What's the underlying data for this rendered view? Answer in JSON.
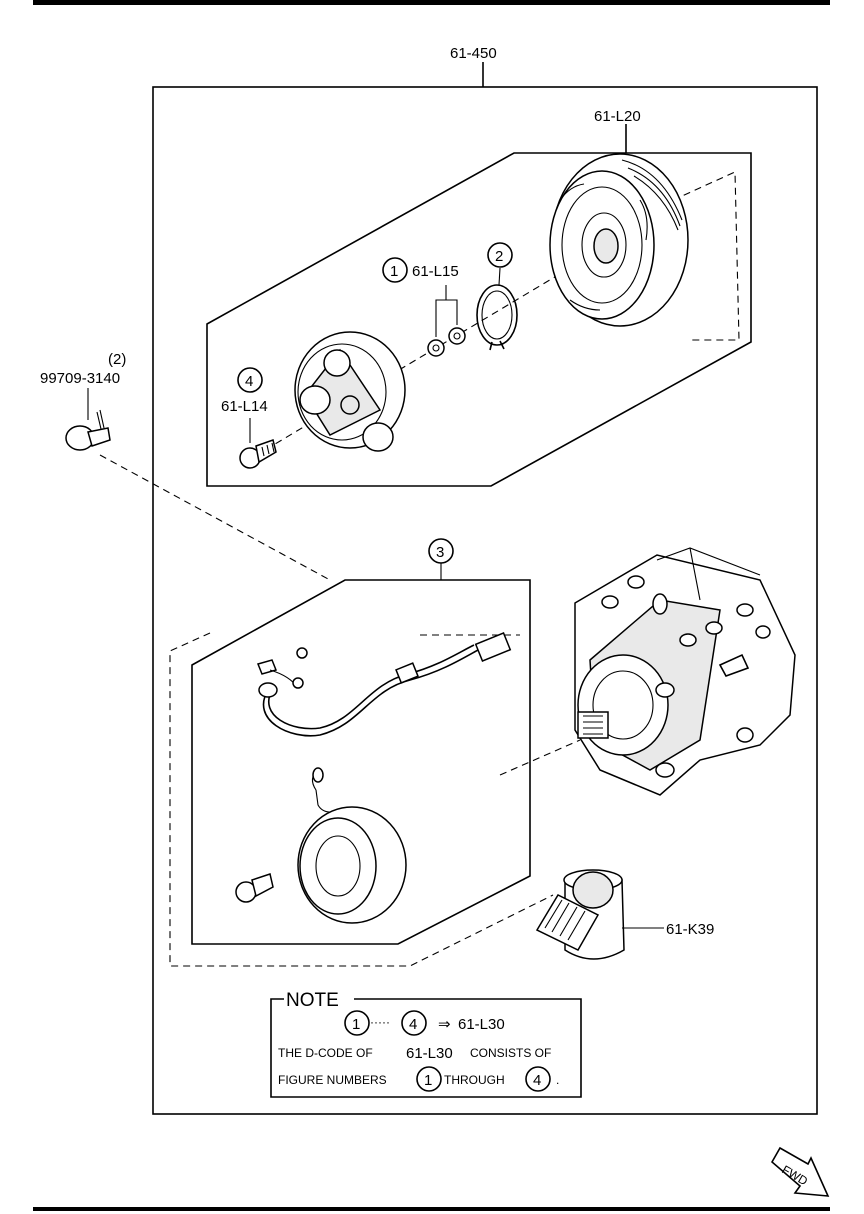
{
  "labels": {
    "assembly": "61-450",
    "pulley": "61-L20",
    "shim": "61-L15",
    "bolt": "61-L14",
    "clamp_qty": "(2)",
    "clamp": "99709-3140",
    "valve": "61-K39"
  },
  "callouts": {
    "c1": "1",
    "c2": "2",
    "c3": "3",
    "c4": "4"
  },
  "note": {
    "title": "NOTE",
    "range_start": "1",
    "range_dots": "·····",
    "range_end": "4",
    "arrow": "⇒",
    "result": "61-L30",
    "line1_prefix": "THE D-CODE OF",
    "line1_code": "61-L30",
    "line1_suffix": "CONSISTS OF",
    "line2_prefix": "FIGURE NUMBERS",
    "line2_start": "1",
    "line2_mid": "THROUGH",
    "line2_end": "4",
    "line2_period": "."
  },
  "fwd": "FWD"
}
